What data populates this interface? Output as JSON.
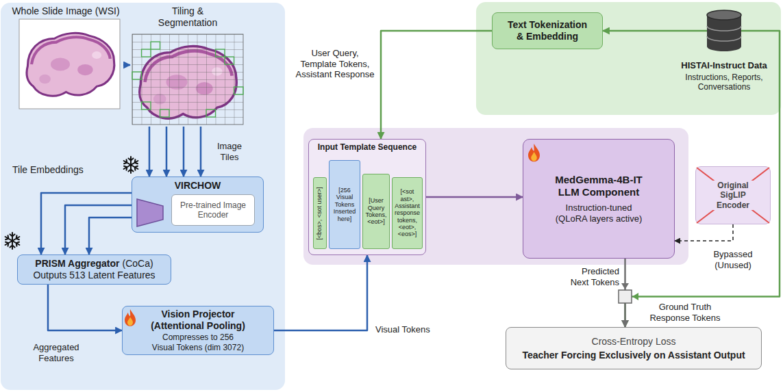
{
  "diagram": {
    "nodes": [
      {
        "text": [
          "Whole Slide Image (WSI)"
        ]
      },
      {
        "text": [
          "Tiling & Segmentation"
        ]
      },
      {
        "text": [
          "VIRCHOW"
        ]
      },
      {
        "text": [
          "Pre-trained Image Encoder"
        ],
        "in": 2
      },
      {
        "text": [
          "PRISM Aggregator",
          "(CoCa)",
          "Outputs 513 Latent Features"
        ]
      },
      {
        "text": [
          "Vision Projector (Attentional Pooling)",
          "Compresses to 256 Visual Tokens (dim 3072)"
        ]
      },
      {
        "text": [
          "Text Tokenization & Embedding"
        ]
      },
      {
        "text": [
          "HISTAI-Instruct Data",
          "Instructions, Reports, Conversations"
        ]
      },
      {
        "text": [
          "Input Template Sequence"
        ]
      },
      {
        "text": [
          "[<bos>, <sot user>]"
        ],
        "in": 8
      },
      {
        "text": [
          "[256 Visual Tokens Inserted here]"
        ],
        "in": 8
      },
      {
        "text": [
          "[User Query Tokens, <eot>]"
        ],
        "in": 8
      },
      {
        "text": [
          "[<sot ast>, Assistant response tokens, <eot>, <eos>]"
        ],
        "in": 8
      },
      {
        "text": [
          "MedGemma-4B-IT LLM Component",
          "Instruction-tuned (QLoRA layers active)"
        ]
      },
      {
        "text": [
          "Original SigLIP Encoder"
        ]
      },
      {
        "text": [
          "Cross-Entropy Loss",
          "Teacher Forcing Exclusively on Assistant Output"
        ]
      }
    ],
    "edges": [
      {
        "from": 0,
        "to": 1,
        "arrow": "to"
      },
      {
        "from": 1,
        "to": 2,
        "arrow": "to"
      },
      {
        "from": 1,
        "to": 2,
        "arrow": "to"
      },
      {
        "from": 1,
        "to": 2,
        "arrow": "to"
      },
      {
        "from": 1,
        "to": 2,
        "arrow": "to"
      },
      {
        "from": 2,
        "to": 4,
        "arrow": "to"
      },
      {
        "from": 2,
        "to": 4,
        "arrow": "to"
      },
      {
        "from": 2,
        "to": 4,
        "arrow": "to"
      },
      {
        "from": 4,
        "to": 5,
        "arrow": "to"
      },
      {
        "from": 5,
        "to": 8,
        "arrow": "to"
      },
      {
        "from": 6,
        "to": 8,
        "arrow": "to"
      },
      {
        "from": 7,
        "to": 6,
        "arrow": "to"
      },
      {
        "from": 8,
        "to": 13,
        "arrow": "to"
      },
      {
        "from": 14,
        "to": 13,
        "arrow": "to"
      },
      {
        "from": 7,
        "to": 15,
        "arrow": "to"
      },
      {
        "from": 13,
        "to": 15,
        "arrow": "to"
      }
    ],
    "labels": [
      "Image Tiles",
      "Tile Embeddings",
      "Aggregated Features",
      "Visual Tokens",
      "User Query, Template Tokens, Assistant Response",
      "Bypassed (Unused)",
      "Predicted Next Tokens",
      "Ground Truth Response Tokens"
    ]
  }
}
